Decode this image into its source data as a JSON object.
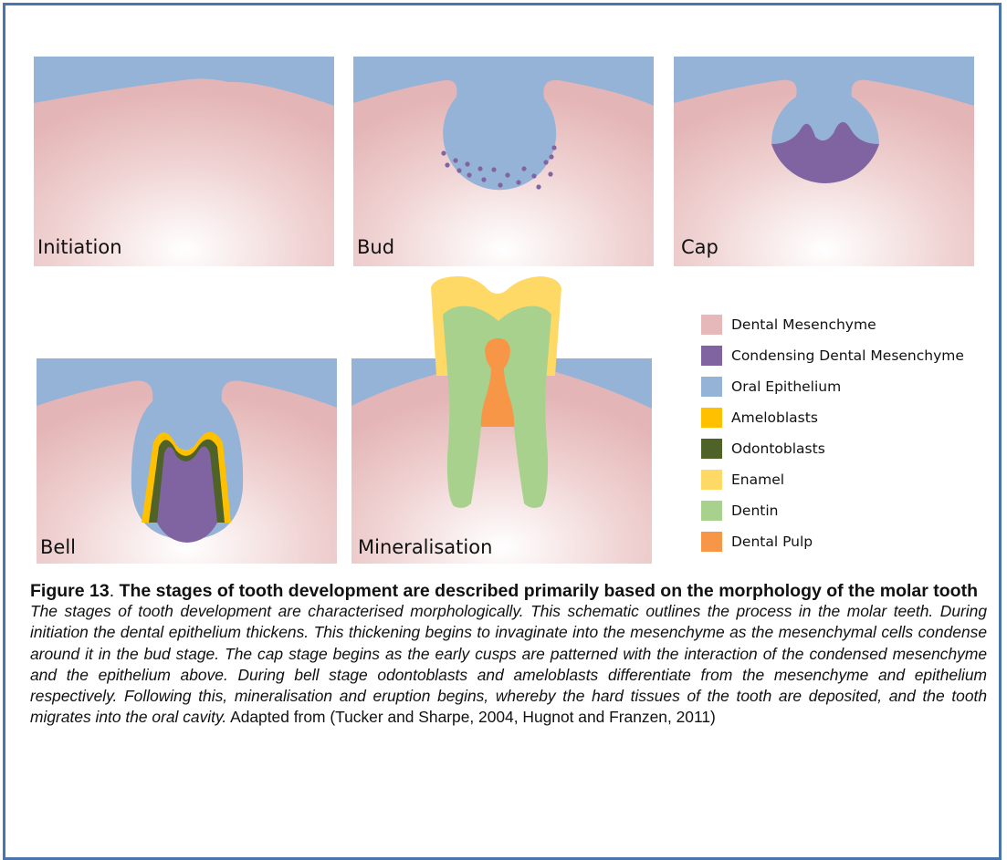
{
  "panels": [
    {
      "label": "Initiation"
    },
    {
      "label": "Bud"
    },
    {
      "label": "Cap"
    },
    {
      "label": "Bell"
    },
    {
      "label": "Mineralisation"
    }
  ],
  "legend": [
    {
      "label": "Dental Mesenchyme",
      "color": "#e6b8b9"
    },
    {
      "label": "Condensing Dental Mesenchyme",
      "color": "#8064a2"
    },
    {
      "label": "Oral Epithelium",
      "color": "#95b3d7"
    },
    {
      "label": "Ameloblasts",
      "color": "#ffc000"
    },
    {
      "label": "Odontoblasts",
      "color": "#4f6228"
    },
    {
      "label": "Enamel",
      "color": "#ffd966"
    },
    {
      "label": "Dentin",
      "color": "#a9d18e"
    },
    {
      "label": "Dental Pulp",
      "color": "#f79646"
    }
  ],
  "caption": {
    "figure_label": "Figure 13",
    "title_separator": ".",
    "title": " The stages of tooth development are described primarily based on the morphology of the molar tooth",
    "description": "The stages of tooth development are characterised morphologically. This schematic outlines the process in the molar teeth. During initiation the dental epithelium thickens. This thickening begins to invaginate into the mesenchyme as the mesenchymal cells condense around it in the bud stage. The cap stage begins as the early cusps are patterned with the interaction of the condensed mesenchyme and the epithelium above. During bell stage odontoblasts and ameloblasts differentiate from the mesenchyme and epithelium respectively. Following this, mineralisation and eruption begins, whereby the hard tissues of the tooth are deposited, and the tooth migrates into the oral cavity.",
    "attribution": " Adapted from (Tucker and Sharpe, 2004, Hugnot and Franzen, 2011)"
  },
  "colors": {
    "border": "#4a74ad",
    "mesenchyme_center": "#ffffff"
  }
}
